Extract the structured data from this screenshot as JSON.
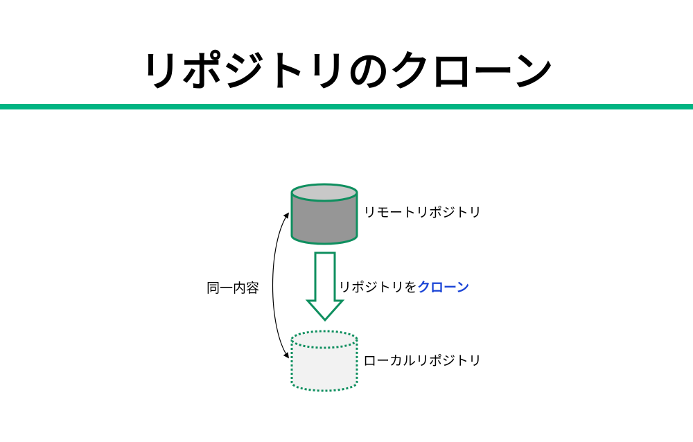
{
  "slide": {
    "title": "リポジトリのクローン"
  },
  "diagram": {
    "remote_label": "リモートリポジトリ",
    "clone_label_prefix": "リポジトリを",
    "clone_label_accent": "クローン",
    "local_label": "ローカルリポジトリ",
    "same_content_label": "同一内容"
  },
  "colors": {
    "accent_green": "#00b482",
    "outline_green": "#0f8f5f",
    "remote_fill": "#969696",
    "remote_top": "#c8c8c8",
    "local_fill": "#f2f2f2",
    "clone_accent_blue": "#1a44d6"
  }
}
